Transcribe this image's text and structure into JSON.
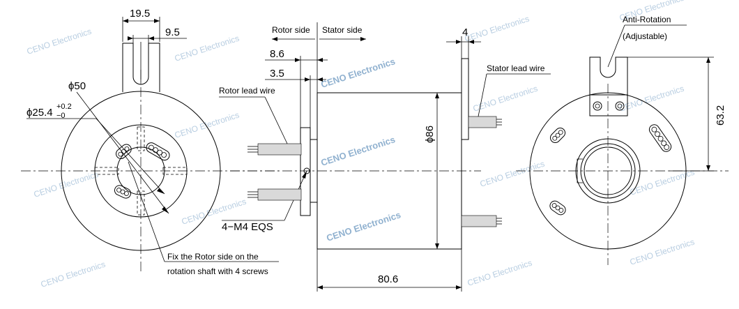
{
  "dimensions": {
    "width_195": "19.5",
    "width_95": "9.5",
    "dia_50": "ϕ50",
    "dia_254": "ϕ25.4",
    "tol_plus": "+0.2",
    "tol_minus": "−0",
    "len_86": "8.6",
    "len_35": "3.5",
    "len_4": "4",
    "dia_86": "ϕ86",
    "len_806": "80.6",
    "height_632": "63.2"
  },
  "labels": {
    "rotor_side": "Rotor side",
    "stator_side": "Stator side",
    "rotor_lead_wire": "Rotor lead wire",
    "stator_lead_wire": "Stator lead wire",
    "screws": "4−M4  EQS",
    "fix_line1": "Fix the Rotor side on the",
    "fix_line2": "rotation shaft  with 4 screws",
    "anti_rotation": "Anti-Rotation",
    "adjustable": "(Adjustable)"
  },
  "watermark": {
    "text": "CENO Electronics",
    "color": "#7fa6c9"
  }
}
